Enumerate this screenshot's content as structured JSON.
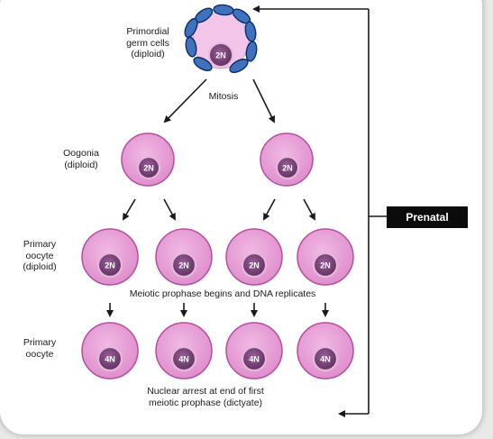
{
  "labels": {
    "primordial": [
      "Primordial",
      "germ cells",
      "(diploid)"
    ],
    "mitosis": "Mitosis",
    "oogonia": [
      "Oogonia",
      "(diploid)"
    ],
    "primary_oocyte_diploid": [
      "Primary",
      "oocyte",
      "(diploid)"
    ],
    "meiotic_prophase": "Meiotic prophase begins and DNA replicates",
    "primary_oocyte": [
      "Primary",
      "oocyte"
    ],
    "nuclear_arrest": [
      "Nuclear arrest at end of first",
      "meiotic prophase (dictyate)"
    ],
    "prenatal": "Prenatal"
  },
  "nuclei": {
    "germ_cell": "2N",
    "oogonia": [
      "2N",
      "2N"
    ],
    "primary_oocyte_diploid": [
      "2N",
      "2N",
      "2N",
      "2N"
    ],
    "primary_oocyte": [
      "4N",
      "4N",
      "4N",
      "4N"
    ]
  },
  "colors": {
    "cell_fill": "#e49ad3",
    "cell_outline": "#b84da0",
    "nucleus_fill": "#6d3a6d",
    "nucleus_outline": "#e5b8de",
    "granulosa": "#3f72bd",
    "granulosa_outline": "#0d2c6a",
    "arrow": "#1a1a1a"
  }
}
